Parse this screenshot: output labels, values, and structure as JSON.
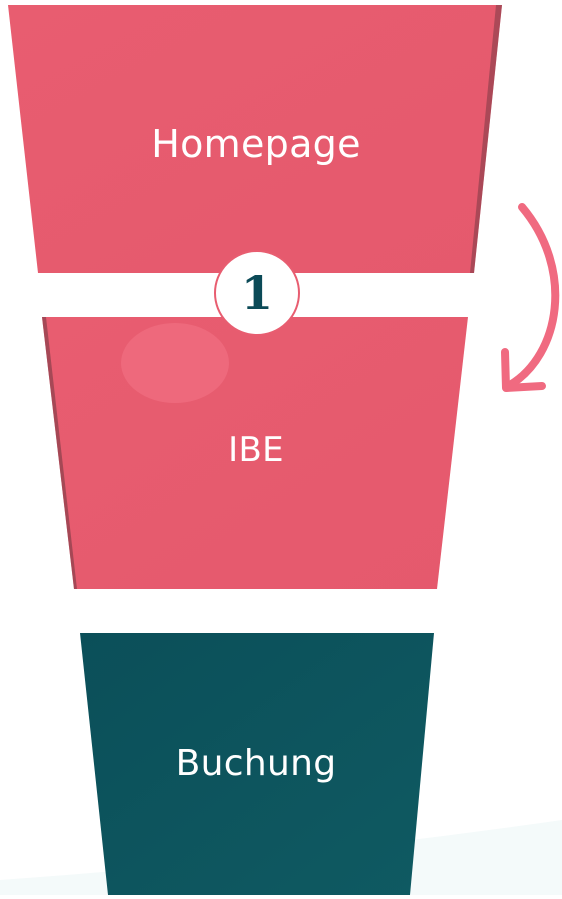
{
  "funnel": {
    "stages": [
      {
        "label": "Homepage",
        "color": "#e85d70"
      },
      {
        "label": "IBE",
        "color": "#e85d70"
      },
      {
        "label": "Buchung",
        "color": "#0b4f59"
      }
    ],
    "step_number": "1",
    "arrow_color": "#f06a80"
  }
}
